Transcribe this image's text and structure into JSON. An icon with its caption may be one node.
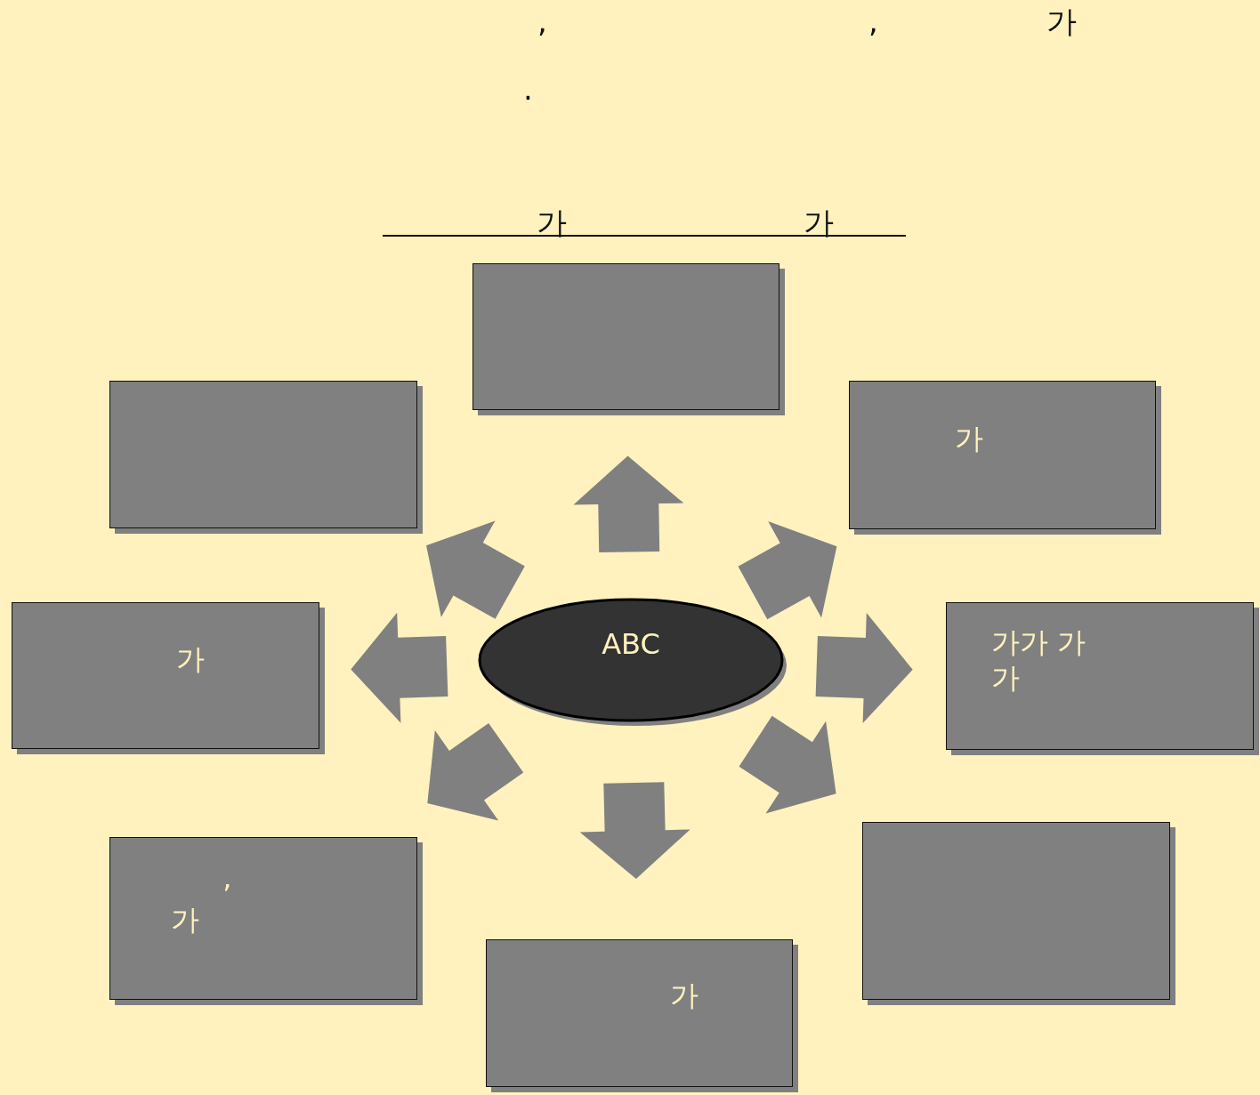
{
  "diagram": {
    "nodes": [
      {
        "text": [],
        "shape": "box"
      },
      {
        "text": [],
        "shape": "box"
      },
      {
        "text": [
          "가"
        ]
      },
      {
        "text": [
          "가"
        ]
      },
      {
        "text": [
          "ABC"
        ]
      },
      {
        "text": [
          "가가 가가"
        ]
      },
      {
        "text": [
          "가",
          "’"
        ]
      },
      {
        "text": [],
        "shape": "box"
      },
      {
        "text": [
          "가"
        ]
      }
    ],
    "edges": [
      {
        "from": 4,
        "to": 0,
        "arrow": "to"
      },
      {
        "from": 4,
        "to": 1,
        "arrow": "to"
      },
      {
        "from": 4,
        "to": 2,
        "arrow": "to"
      },
      {
        "from": 4,
        "to": 3,
        "arrow": "to"
      },
      {
        "from": 4,
        "to": 5,
        "arrow": "to"
      },
      {
        "from": 4,
        "to": 6,
        "arrow": "to"
      },
      {
        "from": 4,
        "to": 7,
        "arrow": "to"
      },
      {
        "from": 4,
        "to": 8,
        "arrow": "to"
      }
    ],
    "labels": [
      ",",
      ",",
      "가",
      ".",
      "가",
      "가"
    ]
  }
}
